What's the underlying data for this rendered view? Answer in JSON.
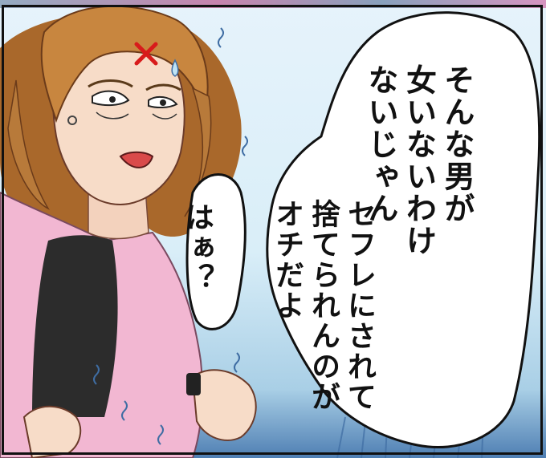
{
  "speech": {
    "main_bubble_part1": "そんな男が\n女いないわけ\nないじゃん",
    "main_bubble_part2": "セフレにされて\n捨てられんのが\nオチだよ",
    "side_bubble": "はぁ？"
  },
  "colors": {
    "sky": "#e6f3fb",
    "hair": "#b87a3a",
    "skin": "#f7dcc8",
    "jacket": "#f2b7d2",
    "shirt": "#2c2c2c",
    "ink": "#111111"
  }
}
